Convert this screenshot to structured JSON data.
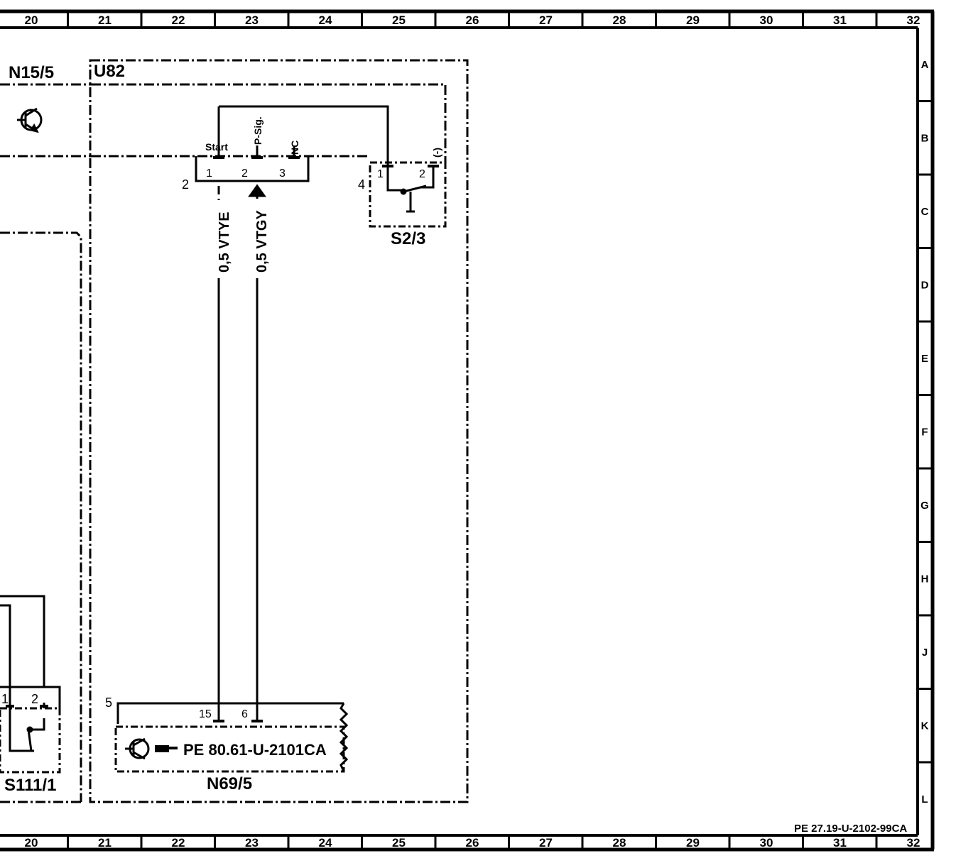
{
  "grid": {
    "columns": [
      "20",
      "21",
      "22",
      "23",
      "24",
      "25",
      "26",
      "27",
      "28",
      "29",
      "30",
      "31",
      "32"
    ],
    "rows": [
      "A",
      "B",
      "C",
      "D",
      "E",
      "F",
      "G",
      "H",
      "J",
      "K",
      "L"
    ]
  },
  "components": {
    "n15_5": "N15/5",
    "u82": "U82",
    "s2_3": "S2/3",
    "s111_1": "S111/1",
    "n69_5": "N69/5"
  },
  "connector_labels": {
    "conn_2": "2",
    "conn_4": "4",
    "conn_5": "5"
  },
  "pins": {
    "u82_pin1": "1",
    "u82_pin2": "2",
    "u82_pin3": "3",
    "s23_pin1": "1",
    "s23_pin2": "2",
    "s111_pin1": "1",
    "s111_pin2": "2",
    "n69_pin15": "15",
    "n69_pin6": "6"
  },
  "signals": {
    "start": "Start",
    "p_sig": "P-Sig.",
    "nc": "NC",
    "minus": "(-)"
  },
  "wires": {
    "left": "0,5 VTYE",
    "right": "0,5 VTGY"
  },
  "reference": "PE 80.61-U-2101CA",
  "document_id": "PE 27.19-U-2102-99CA"
}
